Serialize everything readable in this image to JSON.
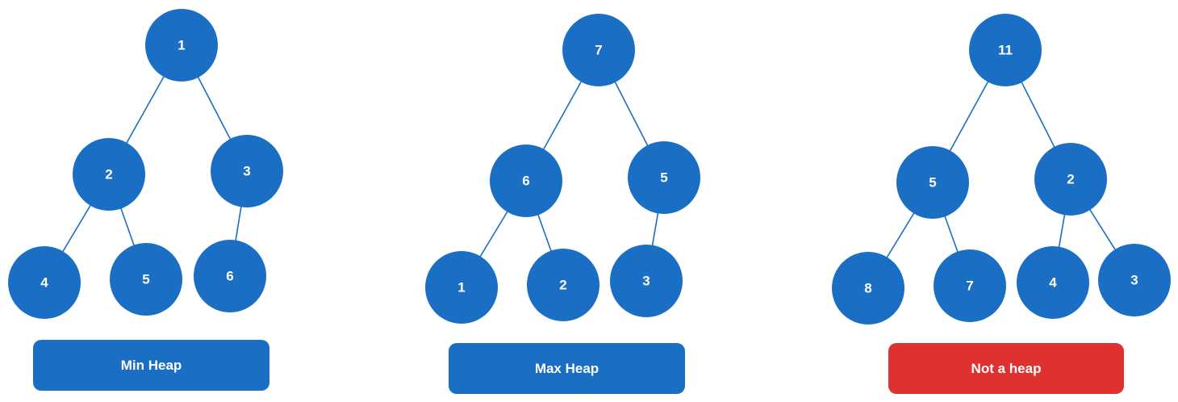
{
  "colors": {
    "node": "#1a6fc4",
    "edge": "#1a6fc4",
    "caption_blue": "#1a6fc4",
    "caption_red": "#e03131",
    "text": "#ffffff"
  },
  "trees": [
    {
      "id": "min-heap",
      "caption": "Min Heap",
      "caption_color": "#1a6fc4",
      "nodes": [
        {
          "id": "n0",
          "label": "1"
        },
        {
          "id": "n1",
          "label": "2"
        },
        {
          "id": "n2",
          "label": "3"
        },
        {
          "id": "n3",
          "label": "4"
        },
        {
          "id": "n4",
          "label": "5"
        },
        {
          "id": "n5",
          "label": "6"
        }
      ],
      "edges": [
        [
          "n0",
          "n1"
        ],
        [
          "n0",
          "n2"
        ],
        [
          "n1",
          "n3"
        ],
        [
          "n1",
          "n4"
        ],
        [
          "n2",
          "n5"
        ]
      ]
    },
    {
      "id": "max-heap",
      "caption": "Max Heap",
      "caption_color": "#1a6fc4",
      "nodes": [
        {
          "id": "n0",
          "label": "7"
        },
        {
          "id": "n1",
          "label": "6"
        },
        {
          "id": "n2",
          "label": "5"
        },
        {
          "id": "n3",
          "label": "1"
        },
        {
          "id": "n4",
          "label": "2"
        },
        {
          "id": "n5",
          "label": "3"
        }
      ],
      "edges": [
        [
          "n0",
          "n1"
        ],
        [
          "n0",
          "n2"
        ],
        [
          "n1",
          "n3"
        ],
        [
          "n1",
          "n4"
        ],
        [
          "n2",
          "n5"
        ]
      ]
    },
    {
      "id": "not-a-heap",
      "caption": "Not a heap",
      "caption_color": "#e03131",
      "nodes": [
        {
          "id": "n0",
          "label": "11"
        },
        {
          "id": "n1",
          "label": "5"
        },
        {
          "id": "n2",
          "label": "2"
        },
        {
          "id": "n3",
          "label": "8"
        },
        {
          "id": "n4",
          "label": "7"
        },
        {
          "id": "n5",
          "label": "4"
        },
        {
          "id": "n6",
          "label": "3"
        }
      ],
      "edges": [
        [
          "n0",
          "n1"
        ],
        [
          "n0",
          "n2"
        ],
        [
          "n1",
          "n3"
        ],
        [
          "n1",
          "n4"
        ],
        [
          "n2",
          "n5"
        ],
        [
          "n2",
          "n6"
        ]
      ]
    }
  ]
}
